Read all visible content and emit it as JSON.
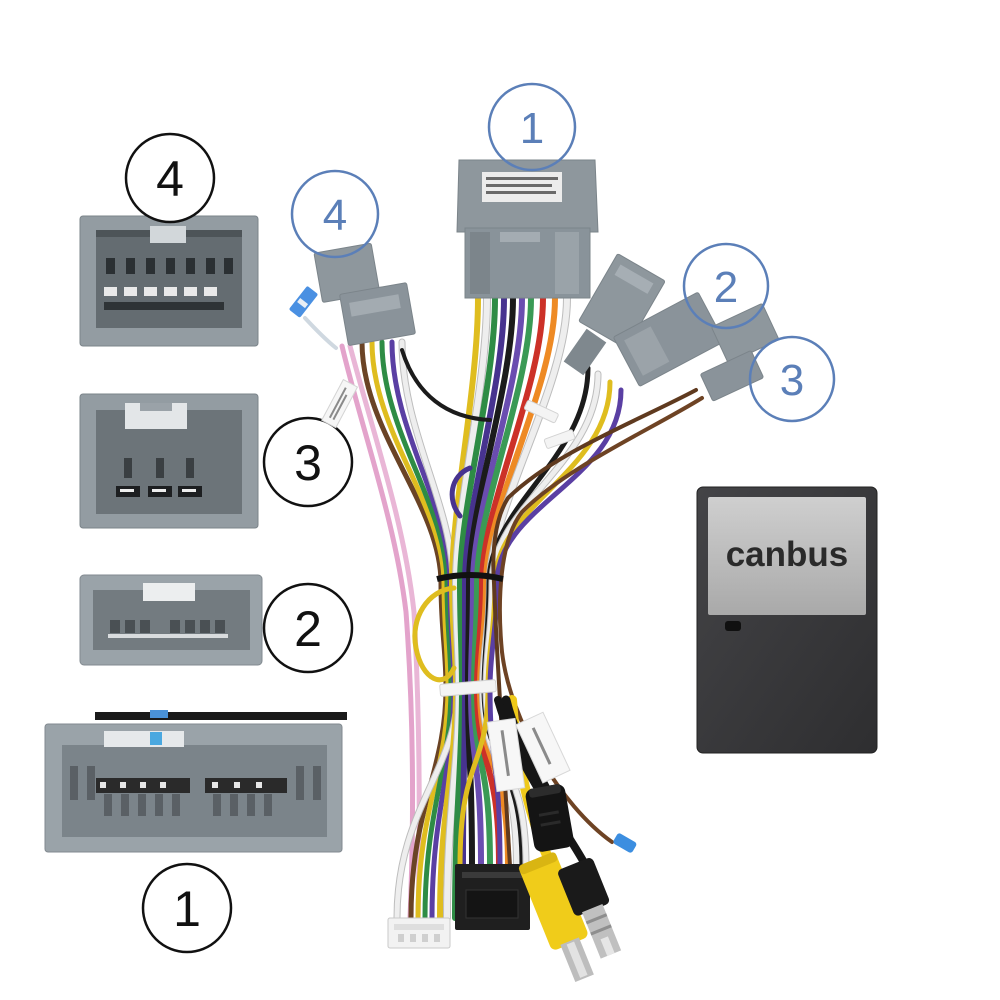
{
  "connector_faces": [
    {
      "callout": "4"
    },
    {
      "callout": "3"
    },
    {
      "callout": "2"
    },
    {
      "callout": "1"
    }
  ],
  "harness_plugs": [
    {
      "callout": "1"
    },
    {
      "callout": "4"
    },
    {
      "callout": "2"
    },
    {
      "callout": "3"
    }
  ],
  "canbus_box": {
    "label": "canbus"
  },
  "colors": {
    "background": "#ffffff",
    "callout_blue": "#5b7fb8",
    "callout_black": "#111111",
    "connector_gray": "#8e979d",
    "canbus_box": "#3a3a3d",
    "canbus_label_panel": "#b9b9b9"
  }
}
